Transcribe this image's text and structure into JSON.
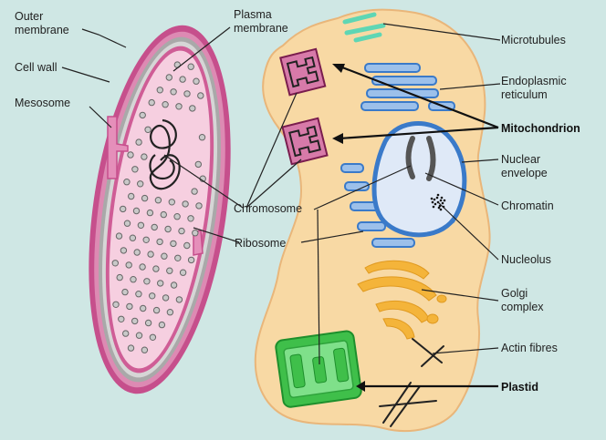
{
  "labels": {
    "outer_membrane": [
      "Outer",
      "membrane"
    ],
    "cell_wall": "Cell wall",
    "mesosome": "Mesosome",
    "plasma_membrane": [
      "Plasma",
      "membrane"
    ],
    "chromosome": "Chromosome",
    "ribosome": "Ribosome",
    "microtubules": "Microtubules",
    "endoplasmic_reticulum": [
      "Endoplasmic",
      "reticulum"
    ],
    "mitochondrion": "Mitochondrion",
    "nuclear_envelope": [
      "Nuclear",
      "envelope"
    ],
    "chromatin": "Chromatin",
    "nucleolus": "Nucleolus",
    "golgi_complex": [
      "Golgi",
      "complex"
    ],
    "actin_fibres": "Actin fibres",
    "plastid": "Plastid"
  },
  "colors": {
    "background": "#cfe7e4",
    "prokaryote_wall": "#c64f8c",
    "prokaryote_gray": "#a9a9a9",
    "prokaryote_cytoplasm": "#f6cfe0",
    "eukaryote_cytoplasm": "#f8d9a4",
    "er_blue": "#3a7ac9",
    "nucleus_fill": "#dfe9f7",
    "plastid_green": "#3fbf4a",
    "golgi_orange": "#f4b43a",
    "microtubule_teal": "#5fd6b4"
  }
}
